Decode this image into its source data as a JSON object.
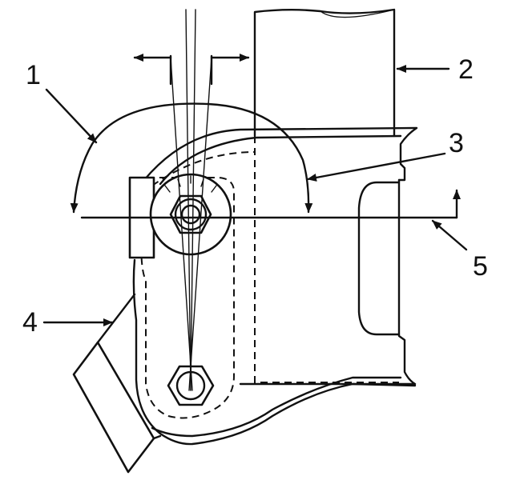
{
  "diagram": {
    "callouts": [
      {
        "id": "1",
        "label": "1"
      },
      {
        "id": "2",
        "label": "2"
      },
      {
        "id": "3",
        "label": "3"
      },
      {
        "id": "4",
        "label": "4"
      },
      {
        "id": "5",
        "label": "5"
      }
    ],
    "colors": {
      "line": "#111111",
      "background": "#ffffff"
    }
  }
}
